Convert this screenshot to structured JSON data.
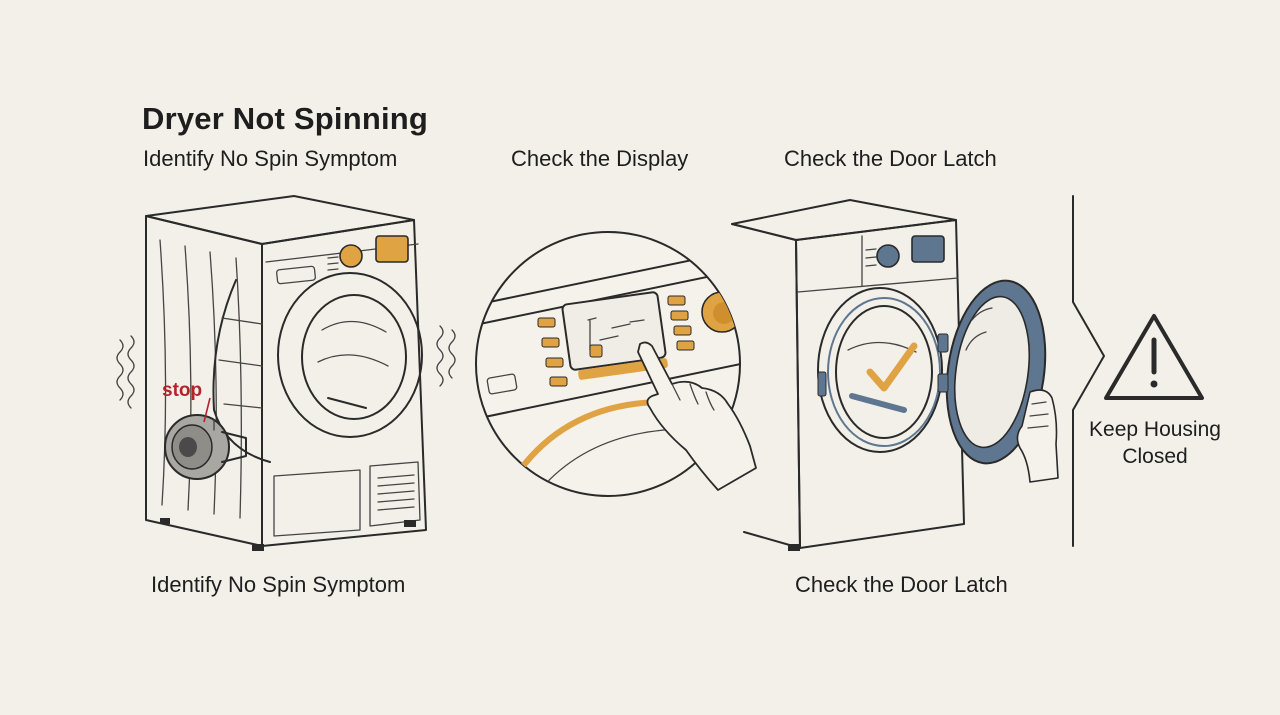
{
  "title": "Dryer Not Spinning",
  "steps": {
    "step1_top": "Identify No Spin Symptom",
    "step2_top": "Check the Display",
    "step3_top": "Check the Door Latch",
    "step1_bottom": "Identify No Spin Symptom",
    "step3_bottom": "Check the Door Latch"
  },
  "annotations": {
    "stop_label": "stop"
  },
  "warning": {
    "line1": "Keep Housing",
    "line2": "Closed"
  },
  "colors": {
    "background": "#f3f0e9",
    "accent_orange": "#e0a343",
    "accent_blue": "#5e7690",
    "stop_red": "#b5232a",
    "ink": "#2a2a2a"
  },
  "icons": [
    "dryer-illustration",
    "display-panel-closeup",
    "open-door-dryer-illustration",
    "checkmark-icon",
    "warning-triangle-icon",
    "hand-pointing-icon",
    "hand-holding-door-icon"
  ]
}
